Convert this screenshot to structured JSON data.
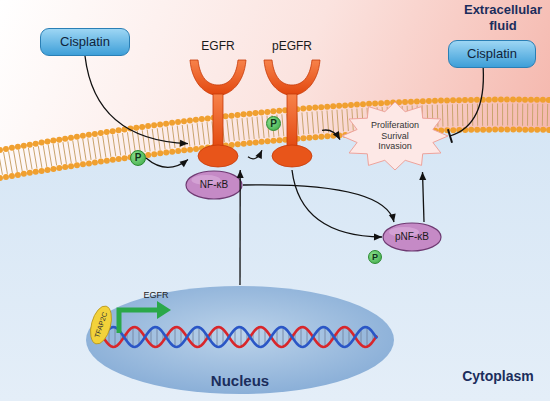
{
  "diagram": {
    "nodes": [
      {
        "text": [
          "Cisplatin"
        ]
      },
      {
        "text": [
          "EGFR"
        ]
      },
      {
        "text": [
          "pEGFR"
        ]
      },
      {
        "text": [
          "Cisplatin"
        ]
      },
      {
        "text": [
          "P"
        ]
      },
      {
        "text": [
          "P"
        ]
      },
      {
        "text": [
          "Proliferation Surival Invasion"
        ]
      },
      {
        "text": [
          "NF-κB"
        ]
      },
      {
        "text": [
          "pNF-κB"
        ]
      },
      {
        "text": [
          "P"
        ]
      },
      {
        "text": [
          "Nucleus"
        ]
      },
      {
        "text": [
          "TFAP2C"
        ],
        "in": 10
      }
    ],
    "edges": [
      {
        "from": 0,
        "to": 1,
        "arrow": "to"
      },
      {
        "from": 4,
        "to": 1,
        "arrow": "to"
      },
      {
        "from": 1,
        "to": 2,
        "arrow": "to"
      },
      {
        "from": 2,
        "to": 6,
        "arrow": "to"
      },
      {
        "from": 2,
        "to": 8,
        "arrow": "to"
      },
      {
        "from": 7,
        "to": 8,
        "arrow": "to"
      },
      {
        "from": 8,
        "to": 6,
        "arrow": "to"
      },
      {
        "from": 3,
        "to": 6,
        "arrow": "to"
      },
      {
        "from": 10,
        "to": 1,
        "arrow": "to"
      }
    ],
    "labels": [
      "Extracellular fluid",
      "EGFR",
      "Cytoplasm"
    ]
  }
}
